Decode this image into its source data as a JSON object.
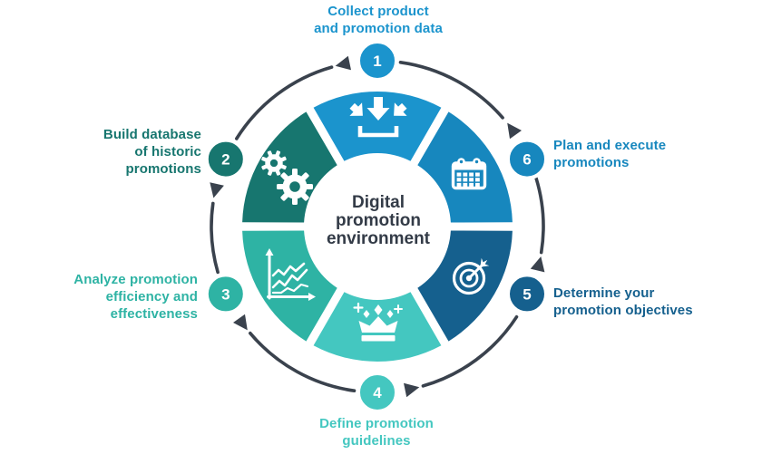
{
  "diagram": {
    "background": "#FFFFFF",
    "ring_color": "#3A424D",
    "center": {
      "title": "Digital\npromotion\nenvironment",
      "text_color": "#333B47"
    },
    "steps": [
      {
        "number": "1",
        "label": "Collect product\nand promotion data",
        "color": "#1B94CD",
        "icon": "collect-data-icon"
      },
      {
        "number": "2",
        "label": "Build database\nof historic\npromotions",
        "color": "#17766F",
        "icon": "gears-icon"
      },
      {
        "number": "3",
        "label": "Analyze promotion\nefficiency and\neffectiveness",
        "color": "#2EB3A4",
        "icon": "line-chart-icon"
      },
      {
        "number": "4",
        "label": "Define promotion\nguidelines",
        "color": "#44C7C0",
        "icon": "crown-icon"
      },
      {
        "number": "5",
        "label": "Determine your\npromotion objectives",
        "color": "#15608E",
        "icon": "target-icon"
      },
      {
        "number": "6",
        "label": "Plan and execute\npromotions",
        "color": "#1787BE",
        "icon": "calendar-icon"
      }
    ]
  }
}
